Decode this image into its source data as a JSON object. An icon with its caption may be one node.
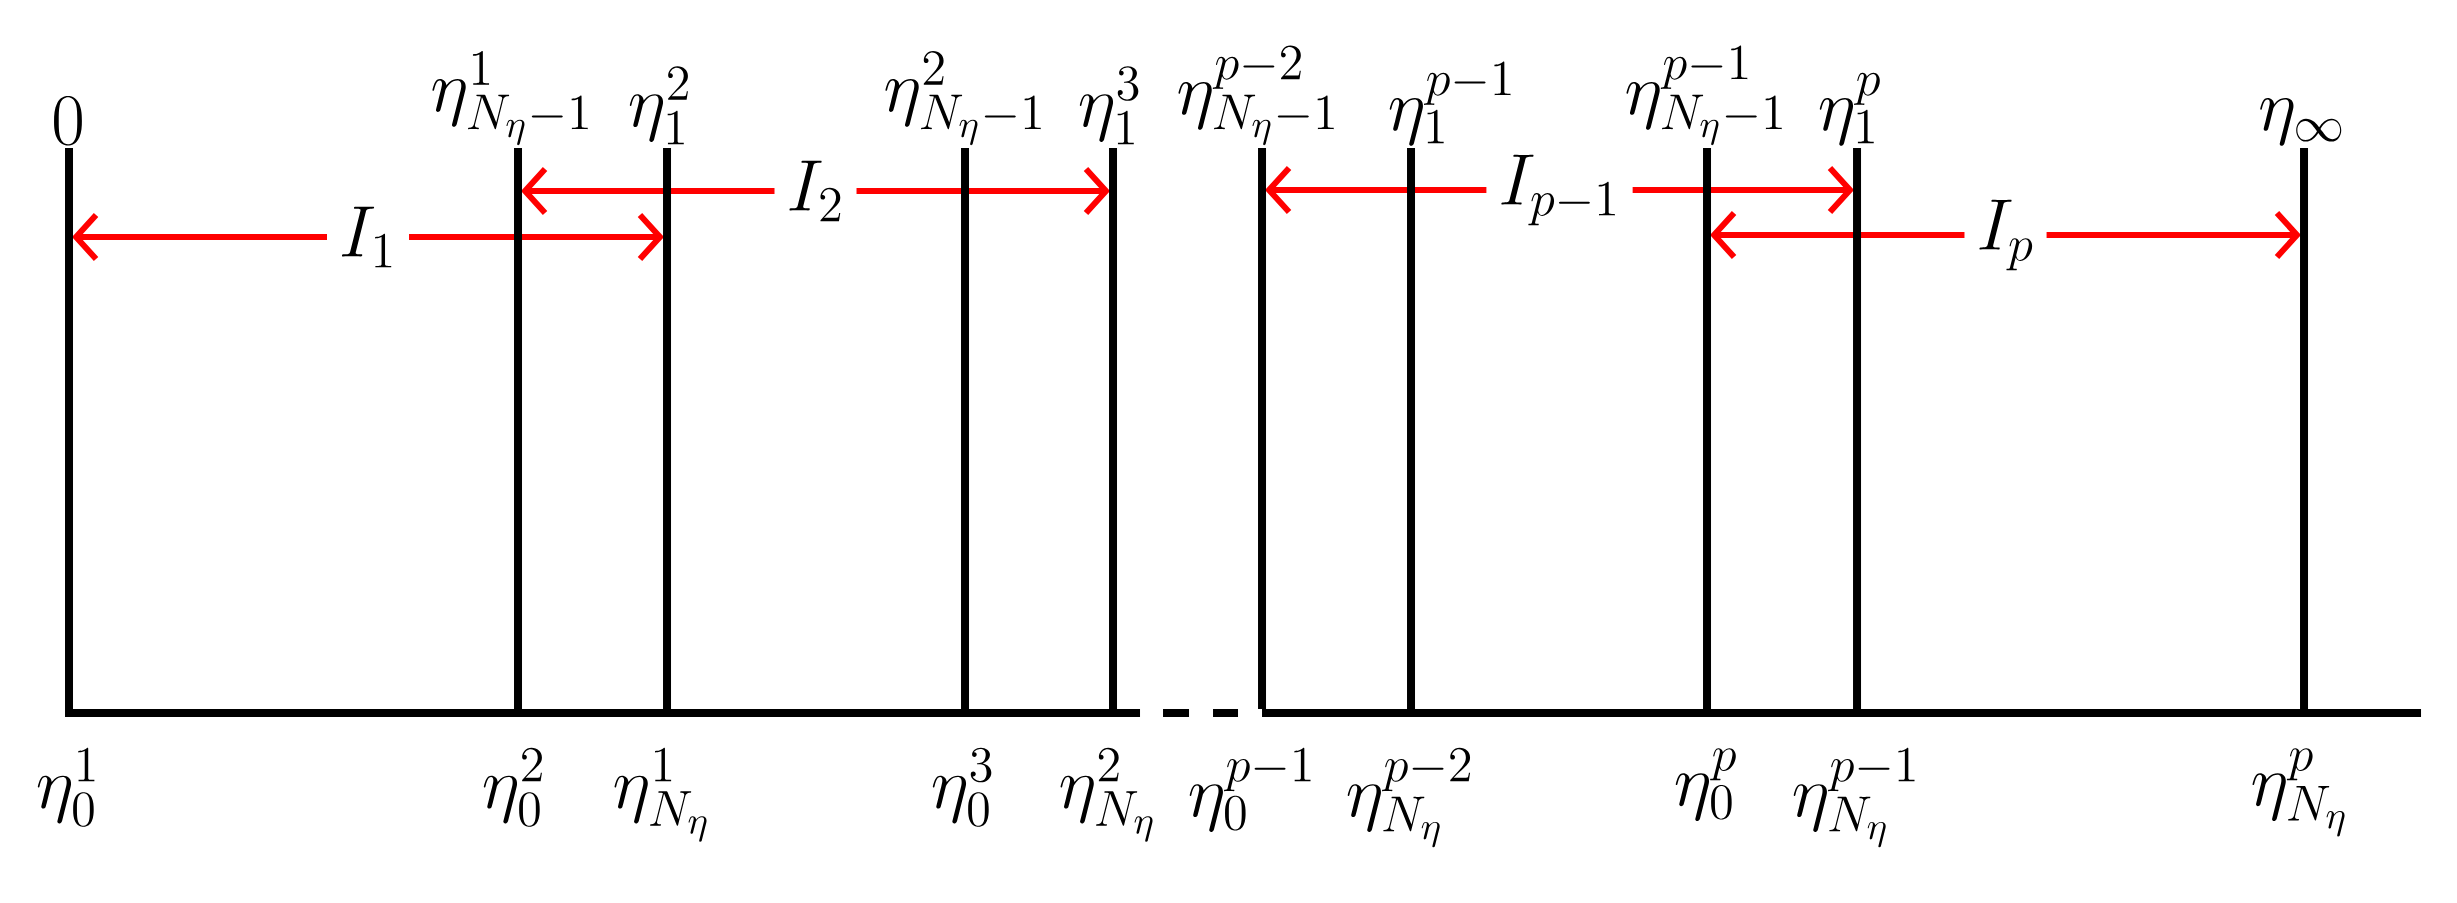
{
  "diagram": {
    "labels": [
      "0",
      "\\eta^{1}_{N_\\eta-1}",
      "\\eta^{2}_{1}",
      "\\eta^{2}_{N_\\eta-1}",
      "\\eta^{3}_{1}",
      "\\eta^{p-2}_{N_\\eta-1}",
      "\\eta^{p-1}_{1}",
      "\\eta^{p-1}_{N_\\eta-1}",
      "\\eta^{p}_{1}",
      "\\eta_\\infty",
      "I_1",
      "I_2",
      "I_{p-1}",
      "I_p",
      "\\eta^{1}_{0}",
      "\\eta^{2}_{0}",
      "\\eta^{1}_{N_\\eta}",
      "\\eta^{3}_{0}",
      "\\eta^{2}_{N_\\eta}",
      "\\eta^{p-1}_{0}",
      "\\eta^{p-2}_{N_\\eta}",
      "\\eta^{p}_{0}",
      "\\eta^{p-1}_{N_\\eta}",
      "\\eta^{p}_{N_\\eta}"
    ]
  }
}
